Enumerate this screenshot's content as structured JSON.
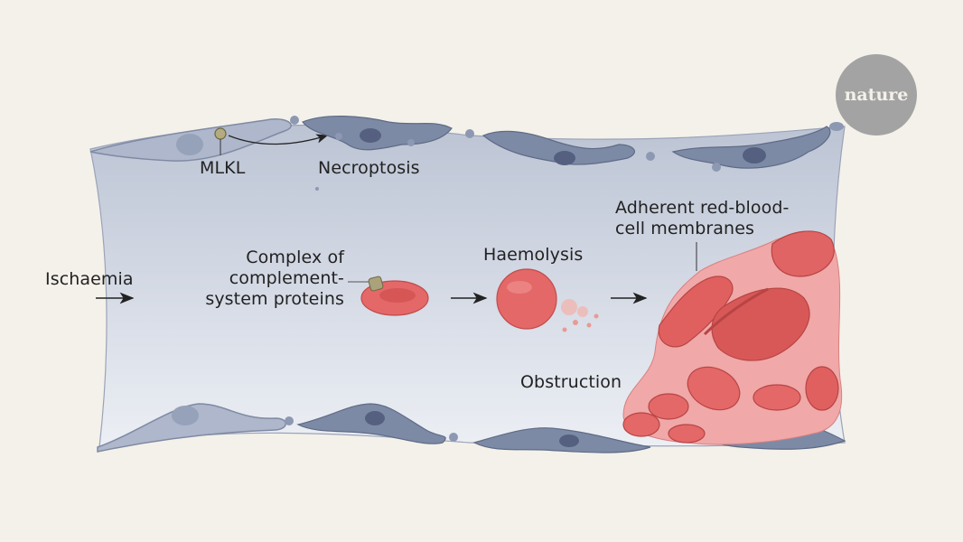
{
  "figure": {
    "publisher_logo": "nature",
    "labels": {
      "mlkl": "MLKL",
      "necroptosis": "Necroptosis",
      "ischaemia": "Ischaemia",
      "complex_line1": "Complex of",
      "complex_line2": "complement-",
      "complex_line3": "system proteins",
      "haemolysis": "Haemolysis",
      "adherent_line1": "Adherent red-blood-",
      "adherent_line2": "cell membranes",
      "obstruction": "Obstruction"
    },
    "colors": {
      "background": "#f4f1ea",
      "vessel_lumen": "#c3cad9",
      "endothelial_cell": "#a6b0c6",
      "damaged_cell": "#7d8aa6",
      "red_blood_cell": "#e06464",
      "pale_rbc": "#eea0a0",
      "mlkl": "#b4ac80",
      "logo": "#a3a3a3"
    }
  }
}
